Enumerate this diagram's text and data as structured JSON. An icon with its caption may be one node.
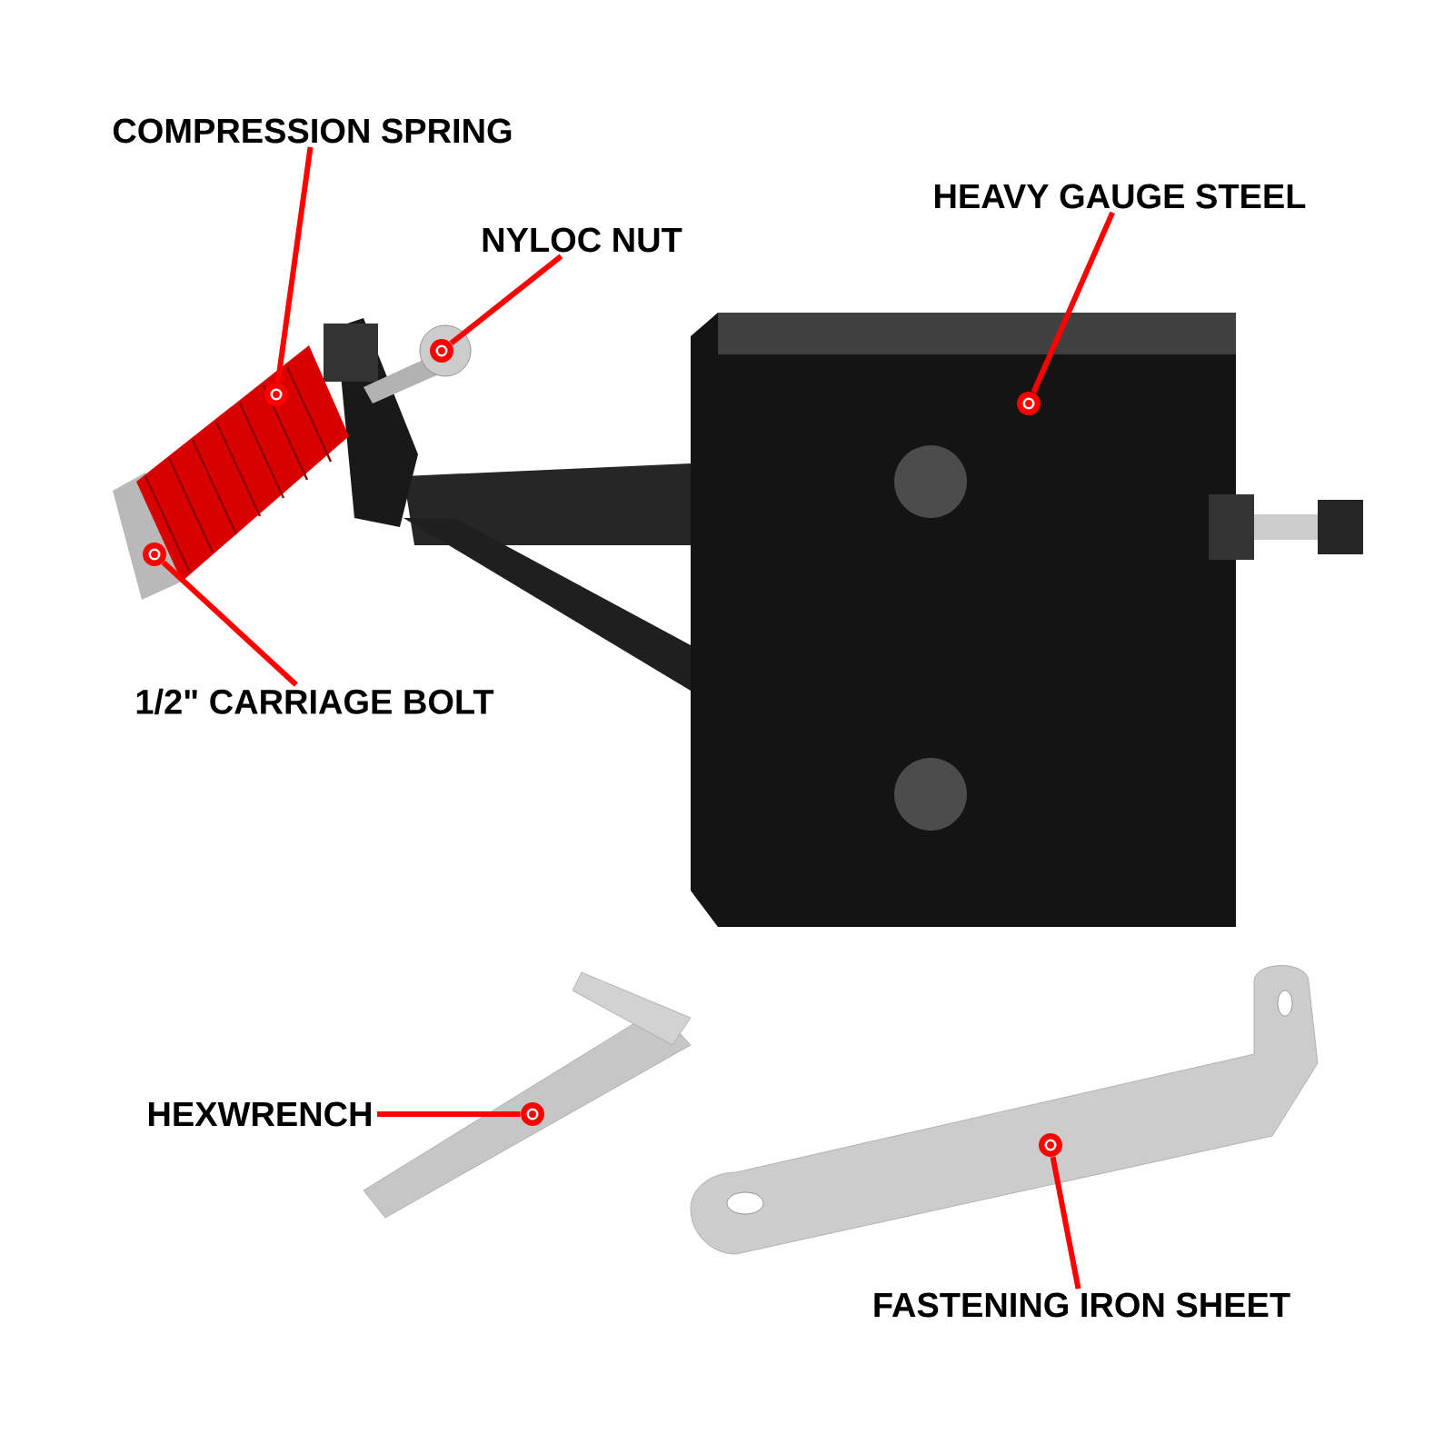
{
  "diagram": {
    "nodes": [
      {
        "text": [
          "COMPRESSION SPRING"
        ]
      },
      {
        "text": [],
        "shape": "circle"
      },
      {
        "text": [
          "NYLOC NUT"
        ]
      },
      {
        "text": [],
        "shape": "circle"
      },
      {
        "text": [
          "HEAVY GAUGE STEEL"
        ]
      },
      {
        "text": [],
        "shape": "circle"
      },
      {
        "text": [
          "1/2\" CARRIAGE BOLT"
        ]
      },
      {
        "text": [],
        "shape": "circle"
      },
      {
        "text": [
          "HEXWRENCH"
        ]
      },
      {
        "text": [],
        "shape": "circle"
      },
      {
        "text": [
          "FASTENING IRON SHEET"
        ]
      },
      {
        "text": [],
        "shape": "circle"
      }
    ],
    "edges": [
      {
        "from": 0,
        "to": 1,
        "arrow": "none"
      },
      {
        "from": 2,
        "to": 3,
        "arrow": "none"
      },
      {
        "from": 4,
        "to": 5,
        "arrow": "none"
      },
      {
        "from": 6,
        "to": 7,
        "arrow": "none"
      },
      {
        "from": 8,
        "to": 9,
        "arrow": "none"
      },
      {
        "from": 10,
        "to": 11,
        "arrow": "none"
      }
    ]
  }
}
